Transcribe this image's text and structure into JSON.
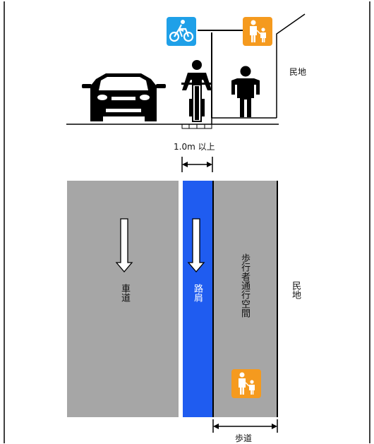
{
  "labels": {
    "private_land_top": "民地",
    "width_dimension": "1.0m 以上",
    "roadway": "車道",
    "shoulder": "路肩",
    "pedestrian_space": "歩行者通行空間",
    "private_land_plan": "民地",
    "sidewalk": "歩道"
  },
  "colors": {
    "frame": "#000000",
    "roadway_fill": "#a6a6a6",
    "shoulder_fill": "#1f5cf0",
    "sign_bicycle_bg": "#1fa0e8",
    "sign_pedestrian_bg": "#f59a1e",
    "arrow_fill": "#ffffff"
  },
  "icons": [
    "bicycle-sign-icon",
    "pedestrian-sign-icon",
    "car-icon",
    "cyclist-icon",
    "pedestrian-icon",
    "direction-arrow-icon"
  ]
}
